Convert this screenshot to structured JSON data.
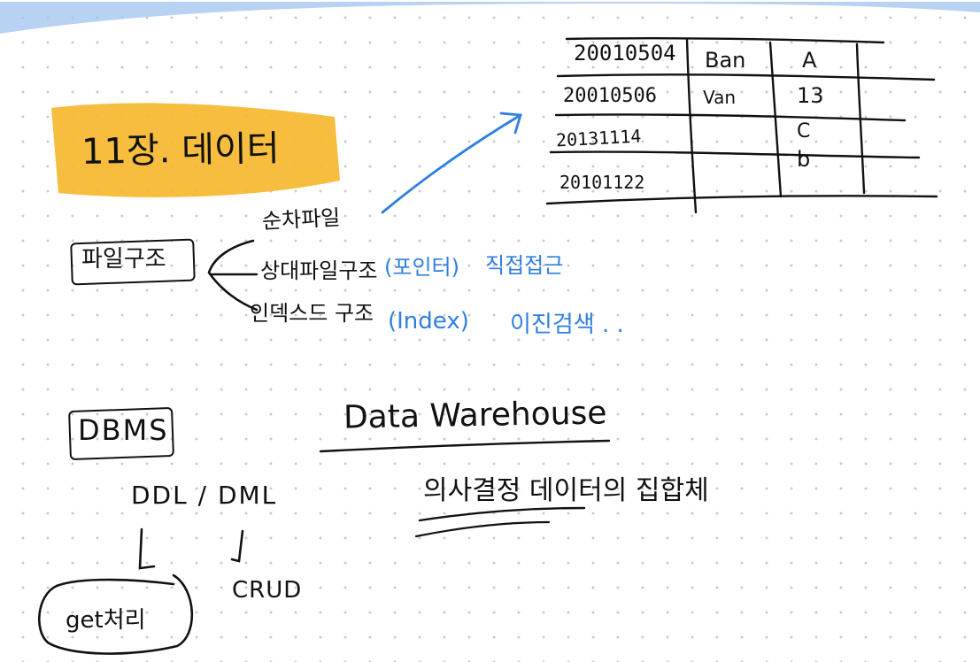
{
  "colors": {
    "ink": "#111111",
    "blue_ink": "#2f7fdf",
    "highlight": "#f5b62a",
    "top_stroke": "#9fc3ee"
  },
  "chapter_title": "11장. 데이터",
  "file_structure": {
    "label": "파일구조",
    "branches": [
      {
        "text": "순차파일",
        "note": "",
        "note2": ""
      },
      {
        "text": "상대파일구조",
        "note": "(포인터)",
        "note2": "직접접근"
      },
      {
        "text": "인덱스드 구조",
        "note": "(Index)",
        "note2": "이진검색 . ."
      }
    ]
  },
  "table": {
    "rows": [
      [
        "20010504",
        "Ban",
        "A"
      ],
      [
        "20010506",
        "Van",
        "13"
      ],
      [
        "20131114",
        "",
        "C"
      ],
      [
        "20101122",
        "",
        "b"
      ]
    ]
  },
  "dbms": {
    "label": "DBMS",
    "ddl_dml": "DDL / DML",
    "left_note": "get처리",
    "crud": "CRUD"
  },
  "data_warehouse": {
    "title": "Data Warehouse",
    "subtitle": "의사결정 데이터의 집합체"
  }
}
